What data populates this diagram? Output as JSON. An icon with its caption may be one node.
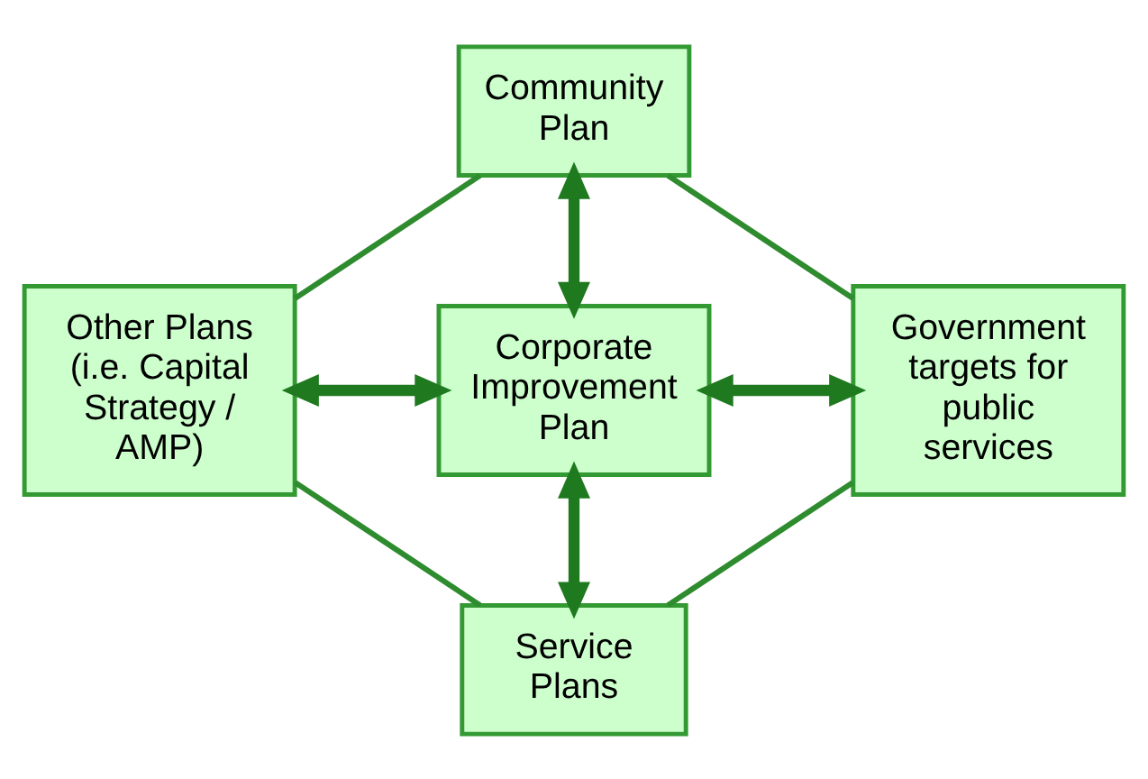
{
  "diagram": {
    "nodes": [
      {
        "text": [
          "Community Plan"
        ]
      },
      {
        "text": [
          "Other Plans (i.e. Capital Strategy / AMP)"
        ]
      },
      {
        "text": [
          "Corporate Improvement Plan"
        ]
      },
      {
        "text": [
          "Government targets for public services"
        ]
      },
      {
        "text": [
          "Service Plans"
        ]
      }
    ],
    "edges": [
      {
        "from": 0,
        "to": 2,
        "arrow": "both",
        "style": "thick"
      },
      {
        "from": 1,
        "to": 2,
        "arrow": "both",
        "style": "thick"
      },
      {
        "from": 2,
        "to": 3,
        "arrow": "both",
        "style": "thick"
      },
      {
        "from": 2,
        "to": 4,
        "arrow": "both",
        "style": "thick"
      },
      {
        "from": 0,
        "to": 1,
        "arrow": "none"
      },
      {
        "from": 0,
        "to": 3,
        "arrow": "none"
      },
      {
        "from": 1,
        "to": 4,
        "arrow": "none"
      },
      {
        "from": 3,
        "to": 4,
        "arrow": "none"
      }
    ]
  }
}
